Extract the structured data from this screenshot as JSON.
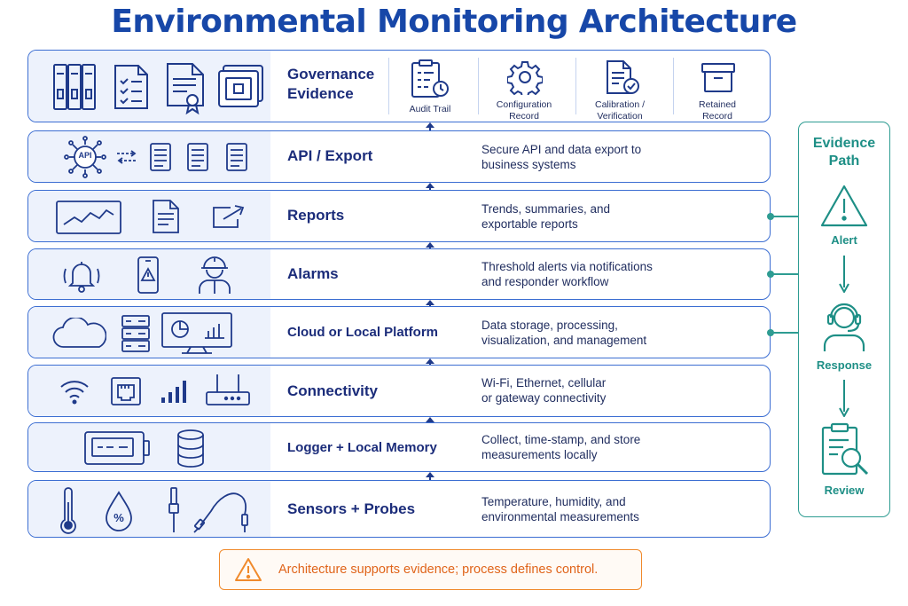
{
  "title": "Environmental Monitoring Architecture",
  "layers": [
    {
      "name": "Governance\nEvidence",
      "desc": ""
    },
    {
      "name": "API / Export",
      "desc": "Secure API and data export to\nbusiness systems"
    },
    {
      "name": "Reports",
      "desc": "Trends, summaries, and\nexportable reports"
    },
    {
      "name": "Alarms",
      "desc": "Threshold alerts via notifications\nand responder workflow"
    },
    {
      "name": "Cloud or Local Platform",
      "desc": "Data storage, processing,\nvisualization, and management"
    },
    {
      "name": "Connectivity",
      "desc": "Wi-Fi, Ethernet, cellular\nor gateway connectivity"
    },
    {
      "name": "Logger + Local Memory",
      "desc": "Collect, time-stamp, and store\nmeasurements locally"
    },
    {
      "name": "Sensors + Probes",
      "desc": "Temperature, humidity, and\nenvironmental measurements"
    }
  ],
  "governance_items": [
    {
      "label": "Audit Trail",
      "icon": "clipboard-clock-icon"
    },
    {
      "label": "Configuration\nRecord",
      "icon": "gear-icon"
    },
    {
      "label": "Calibration /\nVerification",
      "icon": "document-check-icon"
    },
    {
      "label": "Retained\nRecord",
      "icon": "archive-box-icon"
    }
  ],
  "api_badge": "API",
  "sensor_percent": "%",
  "evidence_path": {
    "title": "Evidence\nPath",
    "steps": [
      {
        "label": "Alert",
        "icon": "warning-triangle-icon"
      },
      {
        "label": "Response",
        "icon": "headset-person-icon"
      },
      {
        "label": "Review",
        "icon": "clipboard-magnifier-icon"
      }
    ]
  },
  "note": {
    "text": "Architecture supports evidence; process defines control.",
    "icon": "warning-icon"
  },
  "colors": {
    "primary": "#1747a8",
    "border": "#3c6ed2",
    "tint": "#edf2fc",
    "evidence": "#2e9c92",
    "note": "#f08a2c"
  }
}
